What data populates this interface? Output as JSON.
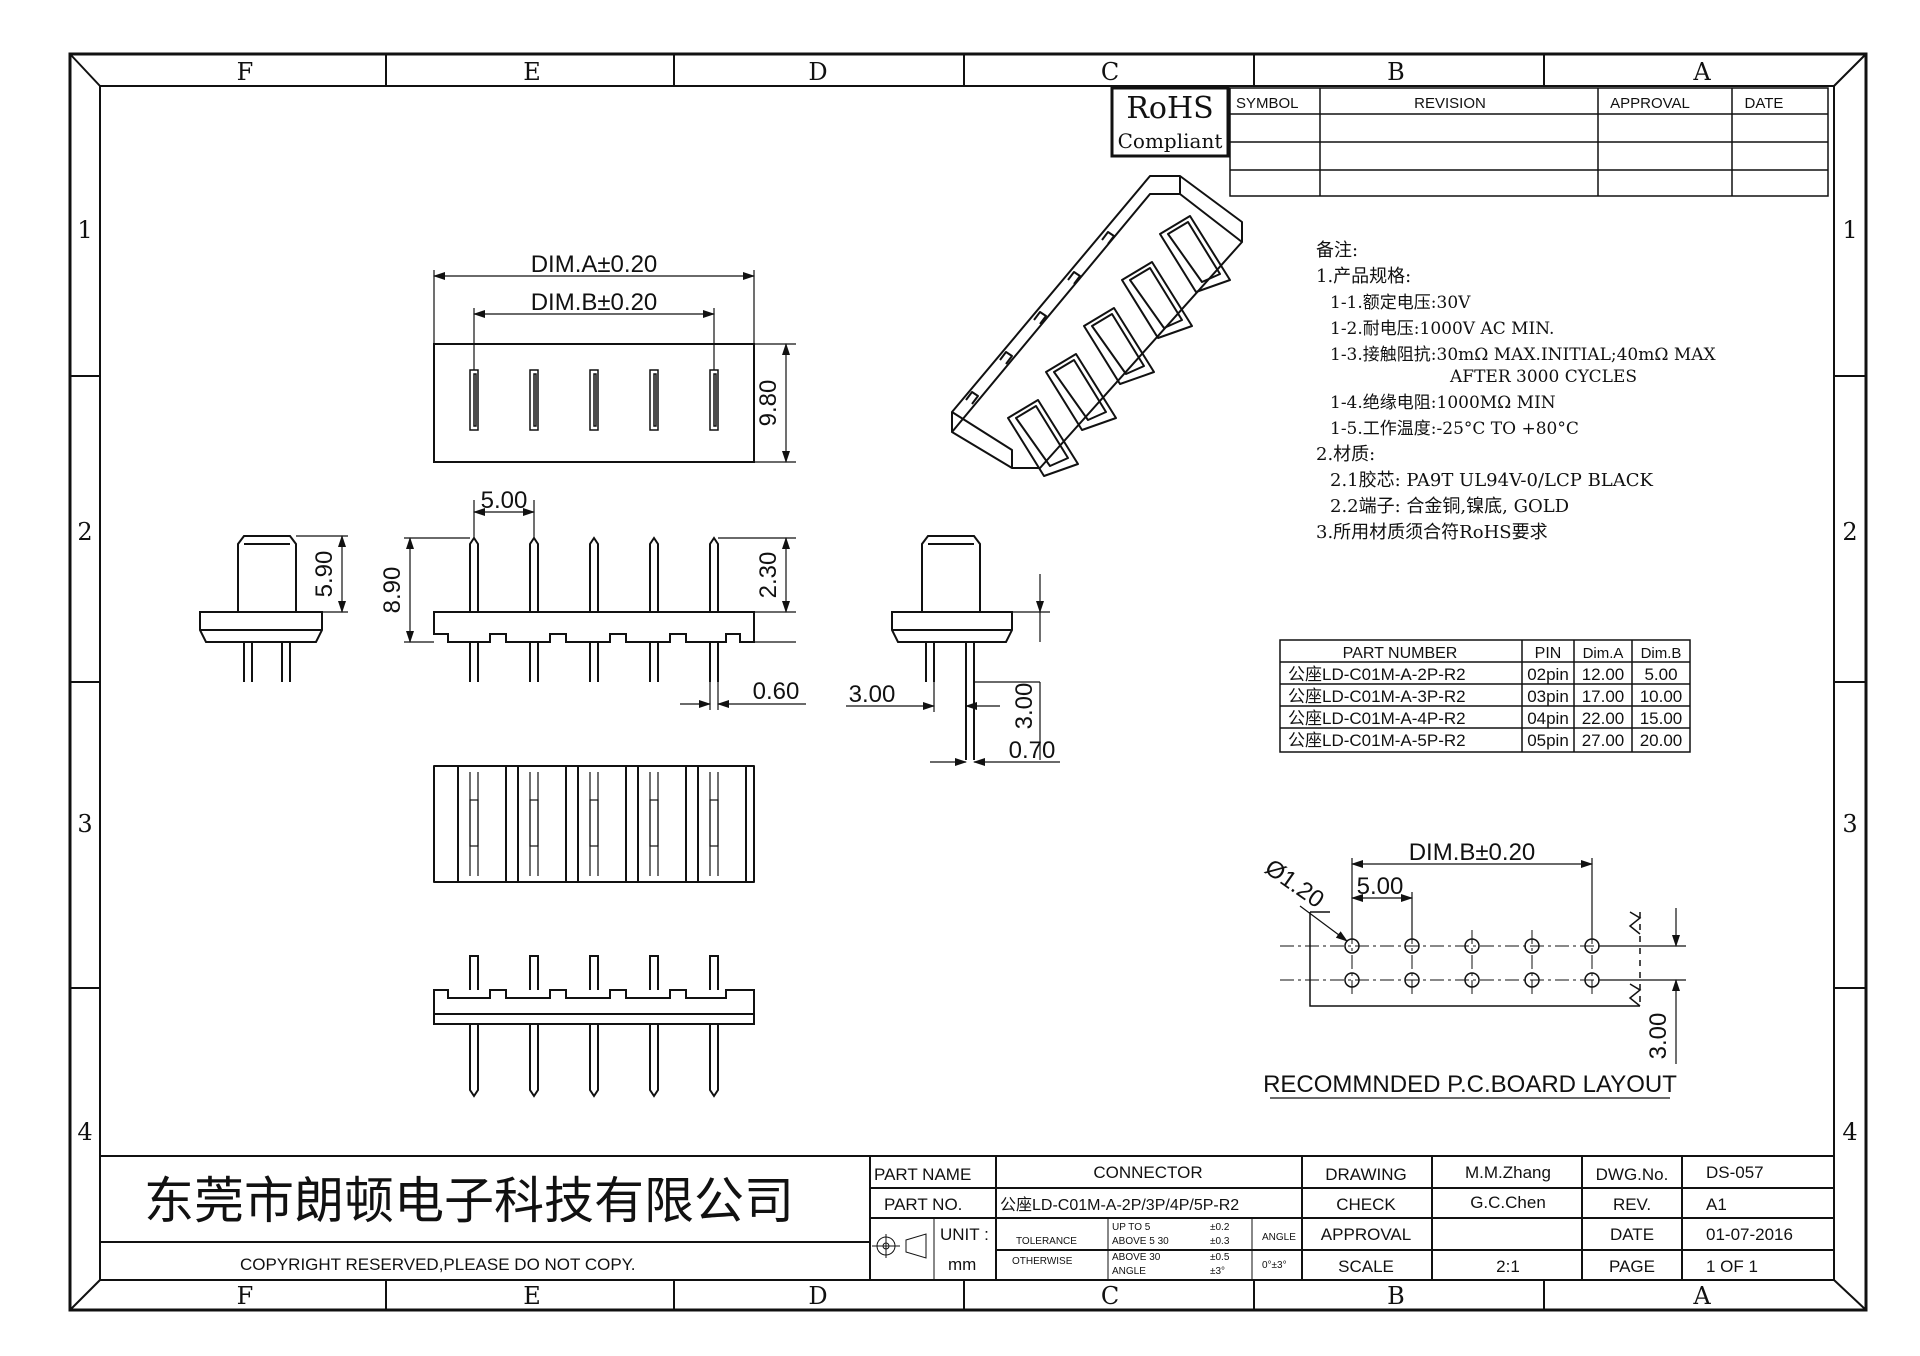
{
  "border": {
    "columns": [
      "F",
      "E",
      "D",
      "C",
      "B",
      "A"
    ],
    "rows": [
      "1",
      "2",
      "3",
      "4"
    ]
  },
  "rohs": {
    "line1": "RoHS",
    "line2": "Compliant"
  },
  "revision_table": {
    "symbol": "SYMBOL",
    "revision": "REVISION",
    "approval": "APPROVAL",
    "date": "DATE"
  },
  "dimensions": {
    "dim_a": "DIM.A±0.20",
    "dim_b": "DIM.B±0.20",
    "h_980": "9.80",
    "pitch_500": "5.00",
    "h_230": "2.30",
    "h_890": "8.90",
    "h_590": "5.90",
    "w_060": "0.60",
    "w_300": "3.00",
    "v_300": "3.00",
    "w_070": "0.70"
  },
  "notes": {
    "title": "备注:",
    "l1": "1.产品规格:",
    "l1_1": "1-1.额定电压:30V",
    "l1_2": "1-2.耐电压:1000V AC MIN.",
    "l1_3": "1-3.接触阻抗:30mΩ MAX.INITIAL;40mΩ MAX",
    "l1_3b": "AFTER 3000 CYCLES",
    "l1_4": "1-4.绝缘电阻:1000MΩ MIN",
    "l1_5": "1-5.工作温度:-25°C TO +80°C",
    "l2": "2.材质:",
    "l2_1": "2.1胶芯: PA9T UL94V-0/LCP BLACK",
    "l2_2": "2.2端子: 合金铜,镍底, GOLD",
    "l3": "3.所用材质须合符RoHS要求"
  },
  "part_table": {
    "headers": [
      "PART NUMBER",
      "PIN",
      "Dim.A",
      "Dim.B"
    ],
    "rows": [
      [
        "公座LD-C01M-A-2P-R2",
        "02pin",
        "12.00",
        "5.00"
      ],
      [
        "公座LD-C01M-A-3P-R2",
        "03pin",
        "17.00",
        "10.00"
      ],
      [
        "公座LD-C01M-A-4P-R2",
        "04pin",
        "22.00",
        "15.00"
      ],
      [
        "公座LD-C01M-A-5P-R2",
        "05pin",
        "27.00",
        "20.00"
      ]
    ]
  },
  "pcb": {
    "dim_b": "DIM.B±0.20",
    "pitch": "5.00",
    "hole": "Ø1.20",
    "row_spacing": "3.00",
    "caption": "RECOMMNDED P.C.BOARD LAYOUT"
  },
  "title_block": {
    "company": "东莞市朗顿电子科技有限公司",
    "copyright": "COPYRIGHT RESERVED,PLEASE DO NOT COPY.",
    "part_name_label": "PART NAME",
    "part_name": "CONNECTOR",
    "part_no_label": "PART NO.",
    "part_no": "公座LD-C01M-A-2P/3P/4P/5P-R2",
    "unit_label": "UNIT :",
    "unit": "mm",
    "tolerance": "TOLERANCE",
    "otherwise": "OTHERWISE",
    "up_to_5": "UP TO 5",
    "above_5_30": "ABOVE 5 30",
    "above_30": "ABOVE 30",
    "angle_small": "ANGLE",
    "tol1": "±0.2",
    "tol2": "±0.3",
    "tol3": "±0.5",
    "tol4": "±3°",
    "angle": "ANGLE",
    "angle_tol": "0°±3°",
    "drawing_label": "DRAWING",
    "drawing": "M.M.Zhang",
    "check_label": "CHECK",
    "check": "G.C.Chen",
    "approval_label": "APPROVAL",
    "scale_label": "SCALE",
    "scale": "2:1",
    "dwg_label": "DWG.No.",
    "dwg": "DS-057",
    "rev_label": "REV.",
    "rev": "A1",
    "date_label": "DATE",
    "date": "01-07-2016",
    "page_label": "PAGE",
    "page": "1 OF 1"
  }
}
